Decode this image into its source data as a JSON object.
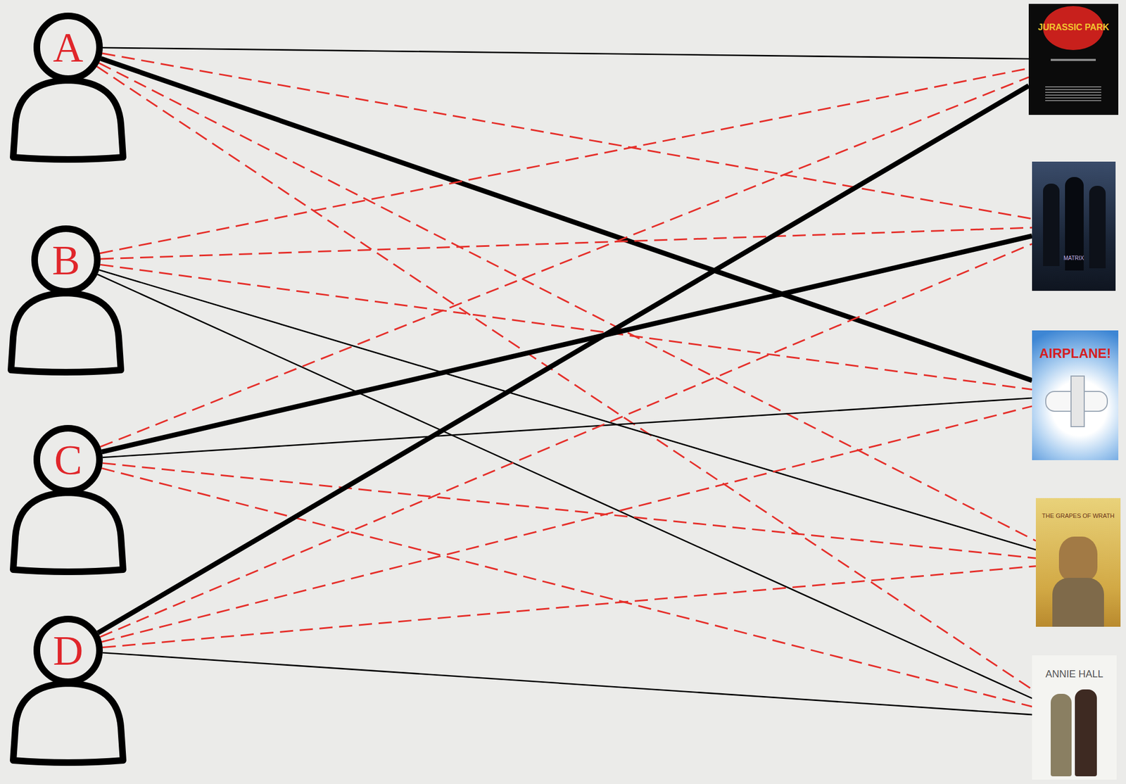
{
  "diagram": {
    "nodes": [
      {
        "text": [
          "A"
        ]
      },
      {
        "text": [
          "B"
        ]
      },
      {
        "text": [
          "C"
        ]
      },
      {
        "text": [
          "D"
        ]
      },
      {
        "text": [
          "JURASSIC PARK"
        ]
      },
      {
        "text": [
          "MATRIX"
        ]
      },
      {
        "text": [
          "AIRPLANE!"
        ]
      },
      {
        "text": [
          "THE GRAPES OF WRATH"
        ]
      },
      {
        "text": [
          "ANNIE HALL"
        ]
      }
    ],
    "edges": [
      {
        "from": 0,
        "to": 4,
        "arrow": "none"
      },
      {
        "from": 0,
        "to": 5,
        "arrow": "none"
      },
      {
        "from": 0,
        "to": 6,
        "arrow": "none"
      },
      {
        "from": 0,
        "to": 7,
        "arrow": "none"
      },
      {
        "from": 0,
        "to": 8,
        "arrow": "none"
      },
      {
        "from": 1,
        "to": 4,
        "arrow": "none"
      },
      {
        "from": 1,
        "to": 5,
        "arrow": "none"
      },
      {
        "from": 1,
        "to": 6,
        "arrow": "none"
      },
      {
        "from": 1,
        "to": 7,
        "arrow": "none"
      },
      {
        "from": 1,
        "to": 8,
        "arrow": "none"
      },
      {
        "from": 2,
        "to": 4,
        "arrow": "none"
      },
      {
        "from": 2,
        "to": 5,
        "arrow": "none"
      },
      {
        "from": 2,
        "to": 6,
        "arrow": "none"
      },
      {
        "from": 2,
        "to": 7,
        "arrow": "none"
      },
      {
        "from": 2,
        "to": 8,
        "arrow": "none"
      },
      {
        "from": 3,
        "to": 4,
        "arrow": "none"
      },
      {
        "from": 3,
        "to": 5,
        "arrow": "none"
      },
      {
        "from": 3,
        "to": 6,
        "arrow": "none"
      },
      {
        "from": 3,
        "to": 7,
        "arrow": "none"
      },
      {
        "from": 3,
        "to": 8,
        "arrow": "none"
      }
    ]
  }
}
